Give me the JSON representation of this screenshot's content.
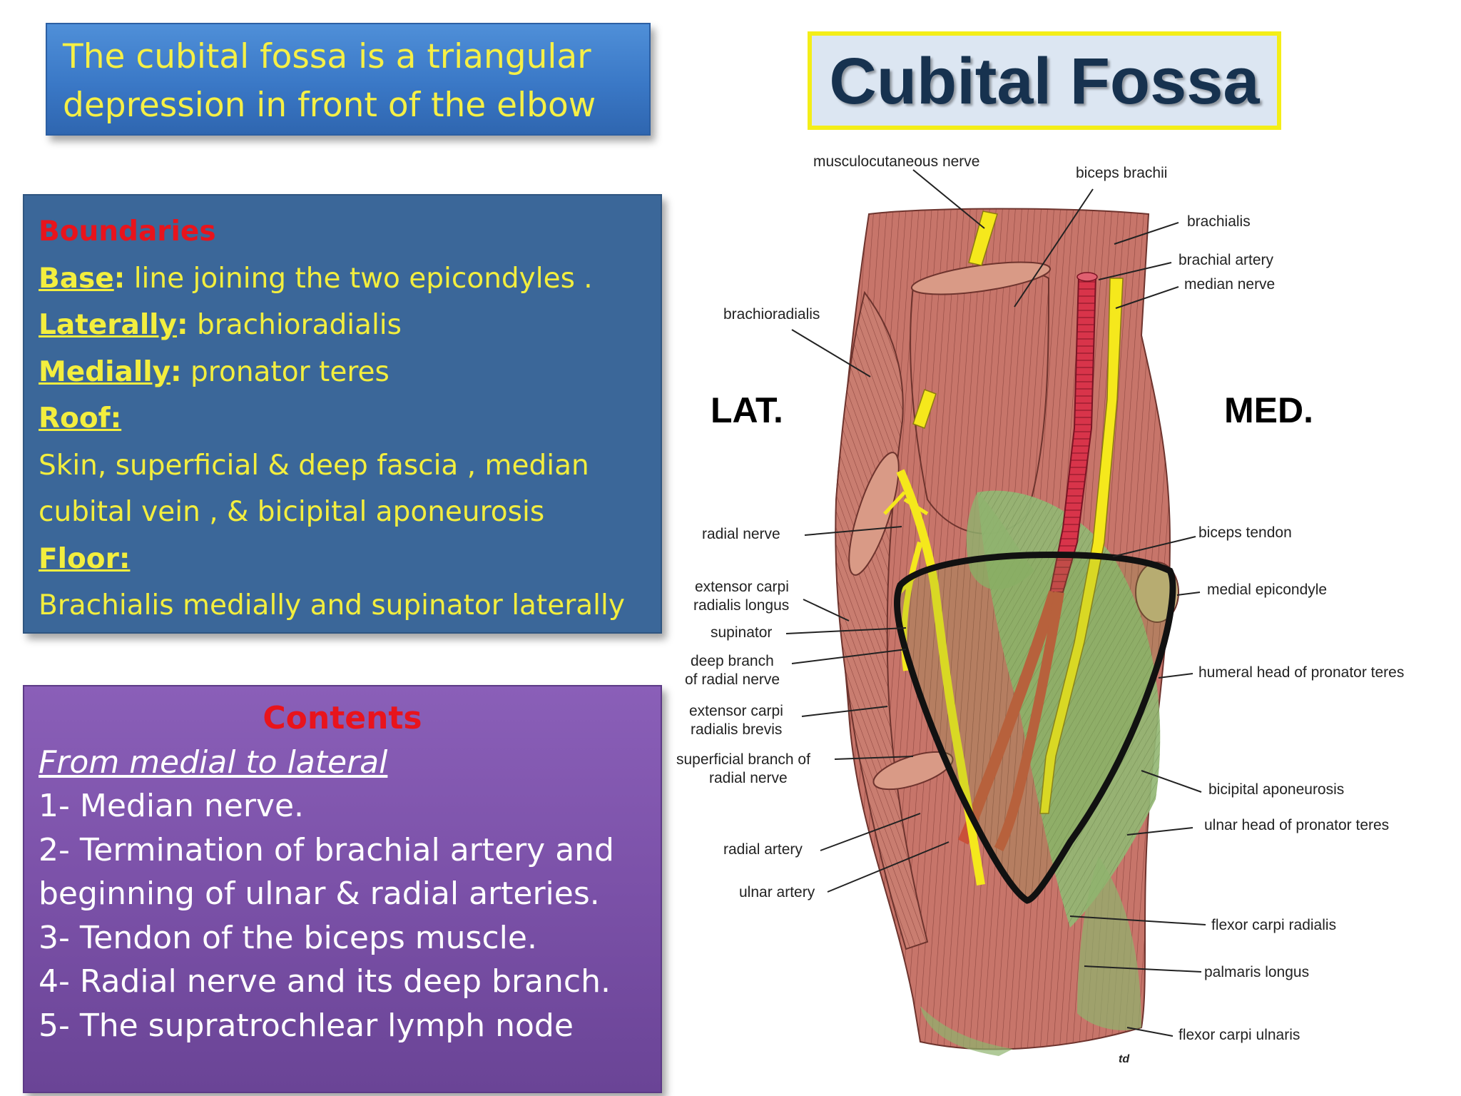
{
  "intro": {
    "line1": "The cubital fossa is a triangular",
    "line2": "depression in front of the elbow"
  },
  "title": "Cubital Fossa",
  "boundaries": {
    "heading": "Boundaries",
    "base_key": "Base",
    "base_text": " line joining the two epicondyles .",
    "lateral_key": "Laterally",
    "lateral_text": " brachioradialis",
    "medial_key": "Medially",
    "medial_text": " pronator  teres",
    "roof_key": "Roof:",
    "roof_line1": " Skin, superficial & deep fascia , median",
    "roof_line2": "cubital vein ,  & bicipital aponeurosis",
    "floor_key": "Floor:",
    "floor_text": "Brachialis medially and supinator laterally"
  },
  "contents": {
    "heading": "Contents",
    "subheading": "From medial to lateral",
    "items": [
      "1- Median nerve.",
      "2- Termination of brachial artery and",
      "beginning of ulnar & radial arteries.",
      "3- Tendon of the biceps muscle.",
      "4- Radial nerve and its deep branch.",
      "5- The supratrochlear lymph node"
    ]
  },
  "diagram": {
    "side_lateral": "LAT.",
    "side_medial": "MED.",
    "labels": {
      "musculocutaneous": "musculocutaneous nerve",
      "biceps_brachii": "biceps brachii",
      "brachialis": "brachialis",
      "brachial_artery": "brachial artery",
      "median_nerve": "median nerve",
      "brachioradialis": "brachioradialis",
      "radial_nerve": "radial  nerve",
      "ecrl_1": "extensor carpi",
      "ecrl_2": "radialis longus",
      "supinator": "supinator",
      "deep_branch_1": "deep branch",
      "deep_branch_2": "of radial nerve",
      "ecrb_1": "extensor carpi",
      "ecrb_2": "radialis brevis",
      "superficial_branch_1": "superficial branch of",
      "superficial_branch_2": "radial nerve",
      "radial_artery": "radial artery",
      "ulnar_artery": "ulnar artery",
      "biceps_tendon": "biceps tendon",
      "medial_epicondyle": "medial epicondyle",
      "humeral_head": "humeral head of pronator teres",
      "bicipital_aponeurosis": "bicipital aponeurosis",
      "ulnar_head": "ulnar head of pronator teres",
      "fcr": "flexor carpi radialis",
      "palmaris": "palmaris longus",
      "fcu": "flexor carpi ulnaris",
      "signature": "td"
    },
    "colors": {
      "muscle": "#c7756a",
      "muscle_dark": "#a5544b",
      "fascia_green": "#8fb36e",
      "nerve": "#f5e81c",
      "artery": "#d8344a",
      "outline": "#111111"
    }
  }
}
